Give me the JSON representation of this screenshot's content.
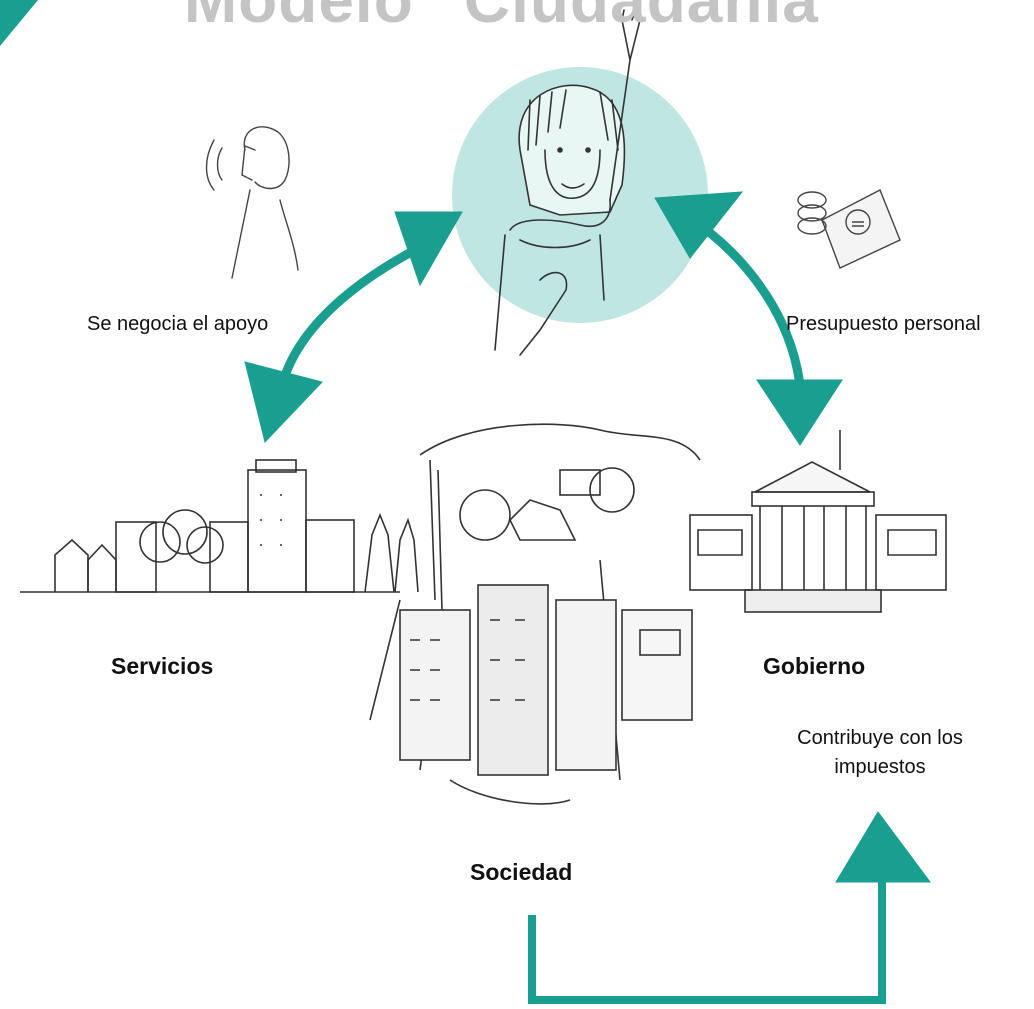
{
  "title": "Modelo \"Ciudadanía\"",
  "labels": {
    "negotiate": "Se negocia el apoyo",
    "budget": "Presupuesto personal",
    "services": "Servicios",
    "government": "Gobierno",
    "society": "Sociedad",
    "taxes": "Contribuye con los impuestos"
  },
  "colors": {
    "accent": "#1a9e8f",
    "circle": "#bfe6e2",
    "title": "#c4c4c4"
  }
}
